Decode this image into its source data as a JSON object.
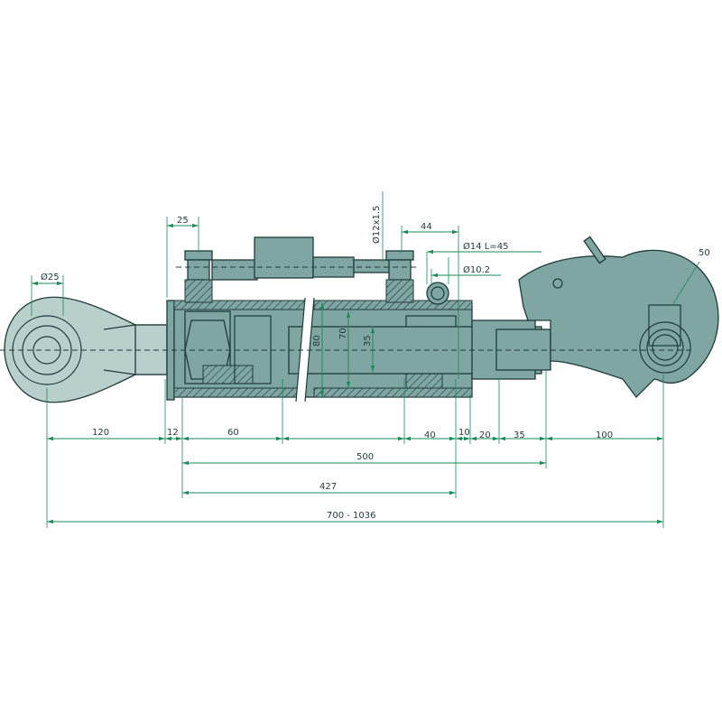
{
  "title": "Hydraulic top link dimension drawing",
  "colors": {
    "part_fill": "#7fa6a3",
    "outline": "#1f3a3a",
    "dimension": "#1a8a5a"
  },
  "labels": {
    "ball_diameter": "Ø25",
    "fitting_offset": "25",
    "thread": "Ø12x1.5",
    "fitting_spacing": "44",
    "pin_diameter": "Ø14 L=45",
    "pin_hole": "Ø10.2",
    "hook_width": "50",
    "bore_outer": "80",
    "bore": "70",
    "rod": "35"
  },
  "bottom_dims": [
    "120",
    "12",
    "60",
    "40",
    "10",
    "20",
    "35",
    "100"
  ],
  "total_500": "500",
  "total_427": "427",
  "length_range": "700 - 1036"
}
